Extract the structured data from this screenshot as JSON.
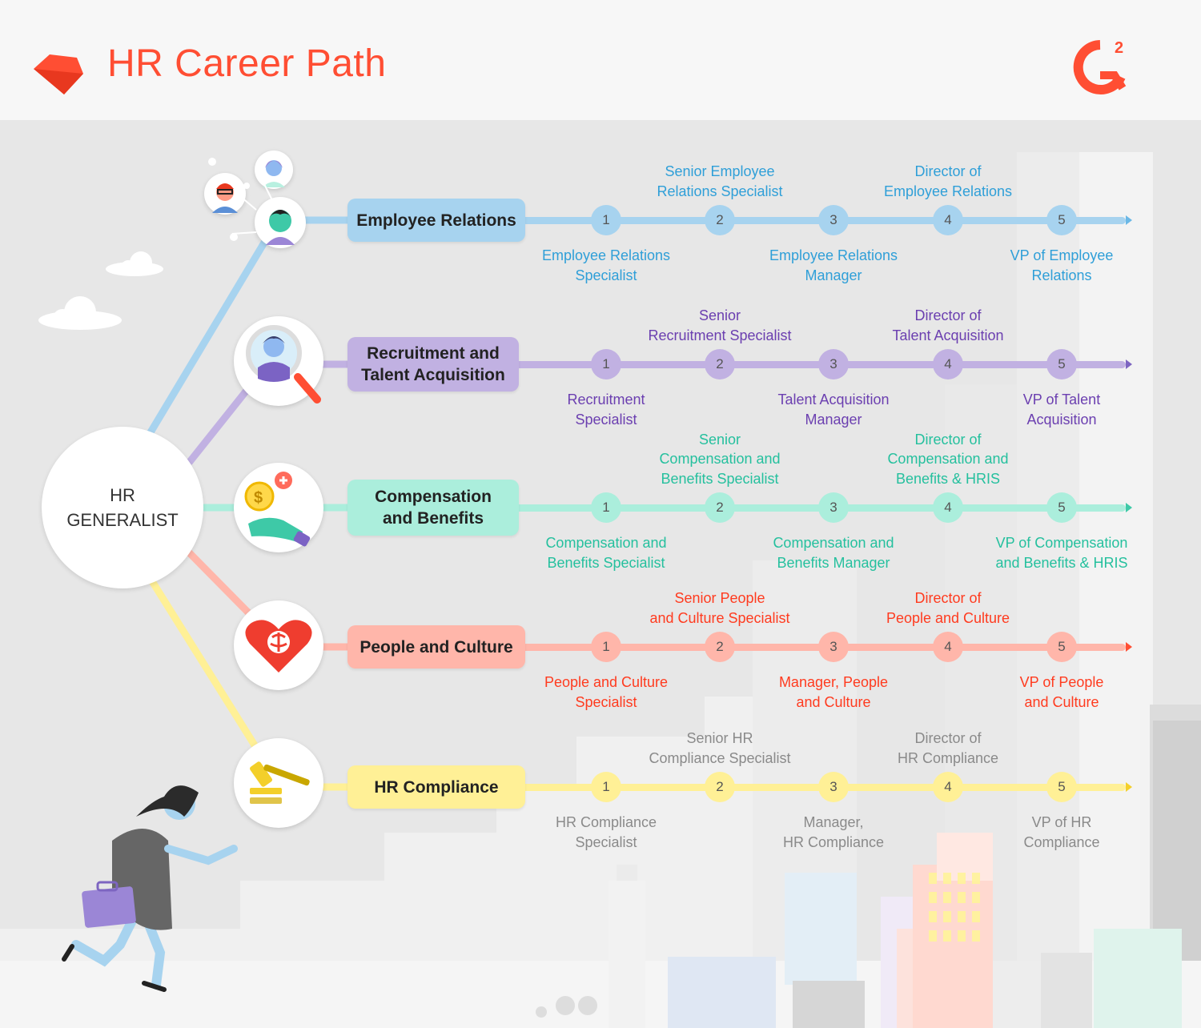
{
  "header": {
    "title": "HR Career Path",
    "brand_logo_text": "G2"
  },
  "hub": {
    "line1": "HR",
    "line2": "GENERALIST"
  },
  "colors": {
    "brand": "#ff4e33",
    "employee_relations": "#a7d3ef",
    "recruitment": "#c1b1e2",
    "compensation": "#abeedc",
    "people_culture": "#ffb6aa",
    "compliance": "#fff096"
  },
  "tracks": [
    {
      "id": "employee-relations",
      "icon": "people-network-icon",
      "label": "Employee Relations",
      "steps": [
        "1",
        "2",
        "3",
        "4",
        "5"
      ],
      "roles": [
        "Employee Relations\nSpecialist",
        "Senior Employee\nRelations Specialist",
        "Employee Relations\nManager",
        "Director of\nEmployee Relations",
        "VP of Employee\nRelations"
      ]
    },
    {
      "id": "recruitment",
      "icon": "magnifier-candidate-icon",
      "label": "Recruitment and\nTalent Acquisition",
      "steps": [
        "1",
        "2",
        "3",
        "4",
        "5"
      ],
      "roles": [
        "Recruitment\nSpecialist",
        "Senior\nRecruitment Specialist",
        "Talent Acquisition\nManager",
        "Director of\nTalent Acquisition",
        "VP of Talent\nAcquisition"
      ]
    },
    {
      "id": "compensation",
      "icon": "hand-coin-icon",
      "label": "Compensation\nand Benefits",
      "steps": [
        "1",
        "2",
        "3",
        "4",
        "5"
      ],
      "roles": [
        "Compensation and\nBenefits Specialist",
        "Senior\nCompensation and\nBenefits Specialist",
        "Compensation and\nBenefits Manager",
        "Director of\nCompensation and\nBenefits & HRIS",
        "VP of Compensation\nand Benefits & HRIS"
      ]
    },
    {
      "id": "people-culture",
      "icon": "heart-brain-icon",
      "label": "People and Culture",
      "steps": [
        "1",
        "2",
        "3",
        "4",
        "5"
      ],
      "roles": [
        "People and Culture\nSpecialist",
        "Senior People\nand Culture Specialist",
        "Manager, People\nand Culture",
        "Director of\nPeople and Culture",
        "VP of People\nand Culture"
      ]
    },
    {
      "id": "compliance",
      "icon": "gavel-icon",
      "label": "HR Compliance",
      "steps": [
        "1",
        "2",
        "3",
        "4",
        "5"
      ],
      "roles": [
        "HR Compliance\nSpecialist",
        "Senior HR\nCompliance Specialist",
        "Manager,\nHR Compliance",
        "Director of\nHR Compliance",
        "VP of HR\nCompliance"
      ]
    }
  ]
}
